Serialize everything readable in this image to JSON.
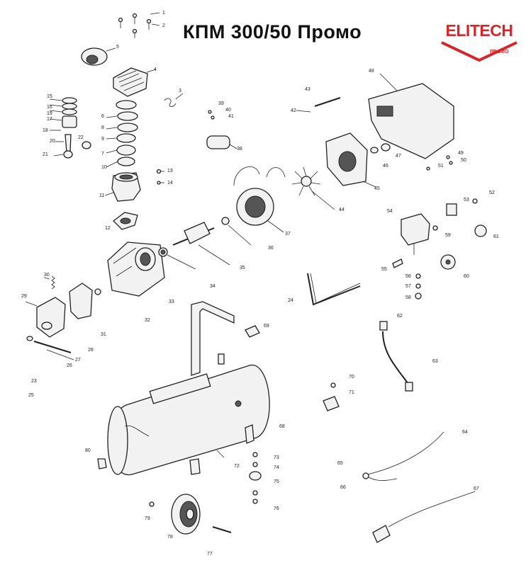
{
  "title": "КПМ 300/50 Промо",
  "logo": {
    "text": "ELITECH",
    "sub": "PROMO",
    "color": "#d6262b"
  },
  "callouts": [
    "1",
    "2",
    "3",
    "4",
    "5",
    "6",
    "7",
    "8",
    "9",
    "10",
    "11",
    "12",
    "13",
    "14",
    "15",
    "16",
    "17",
    "18",
    "19",
    "20",
    "21",
    "22",
    "23",
    "24",
    "25",
    "26",
    "27",
    "28",
    "29",
    "30",
    "31",
    "32",
    "33",
    "34",
    "35",
    "36",
    "37",
    "38",
    "39",
    "40",
    "41",
    "42",
    "43",
    "44",
    "45",
    "46",
    "47",
    "48",
    "49",
    "50",
    "51",
    "52",
    "53",
    "54",
    "55",
    "56",
    "57",
    "58",
    "59",
    "60",
    "61",
    "62",
    "63",
    "64",
    "65",
    "66",
    "67",
    "68",
    "69",
    "70",
    "71",
    "72",
    "73",
    "74",
    "75",
    "76",
    "77",
    "78",
    "79",
    "80"
  ]
}
